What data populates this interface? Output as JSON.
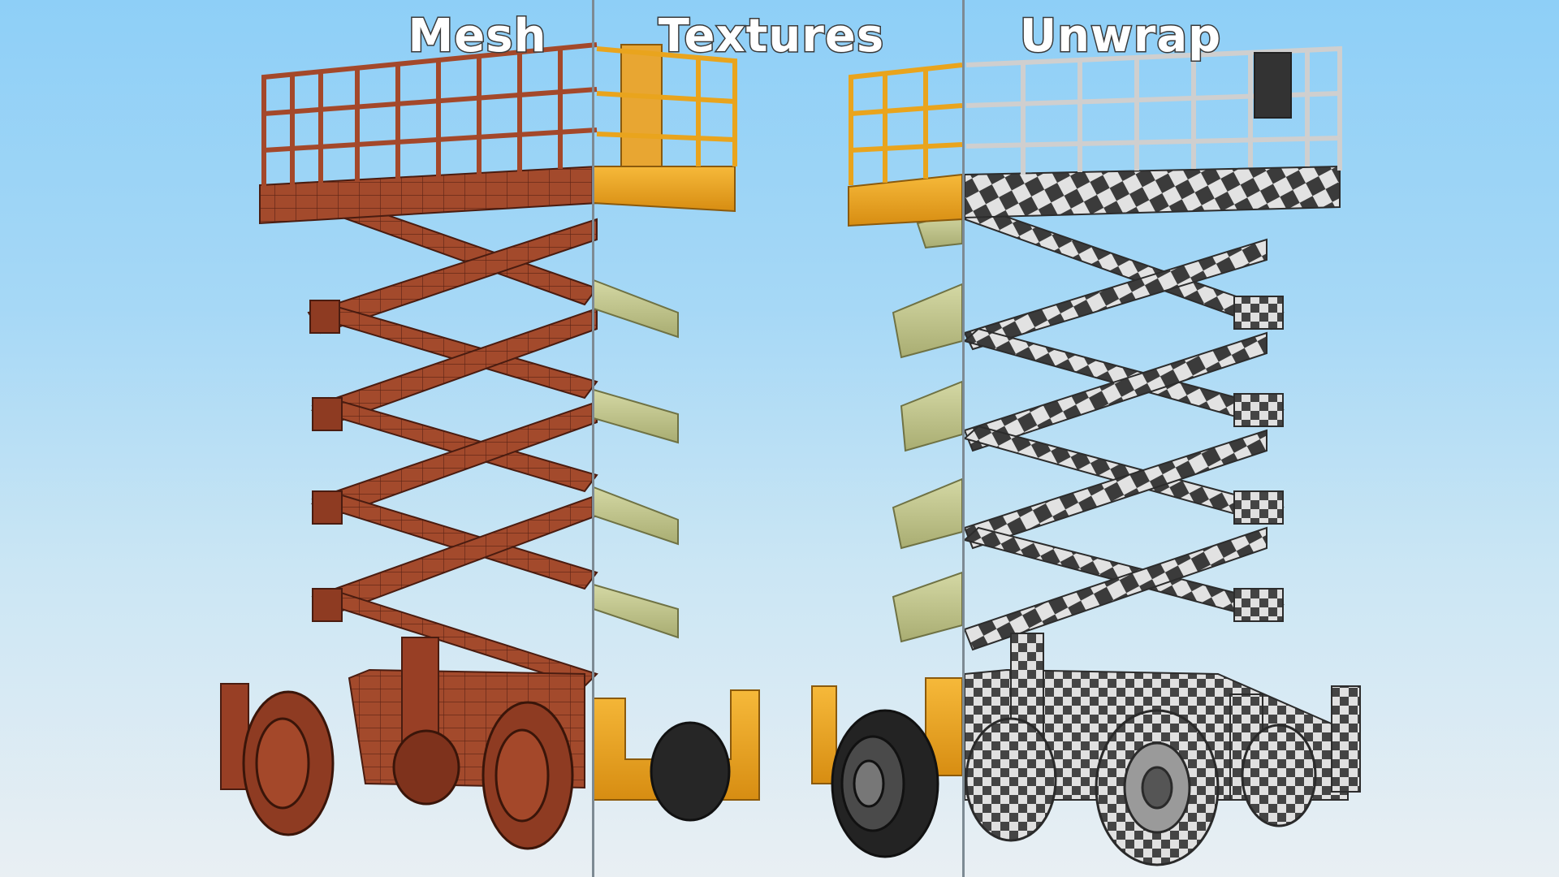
{
  "panels": [
    {
      "title": "Mesh"
    },
    {
      "title": "Textures"
    },
    {
      "title": "Unwrap"
    }
  ],
  "colors": {
    "mesh": "#a4482a",
    "mesh_line": "#4a1c10",
    "texture_yellow": "#f0a81f",
    "texture_olive": "#c4c98f",
    "checker_dark": "#3a3a3a",
    "checker_light": "#e0e0e0"
  }
}
